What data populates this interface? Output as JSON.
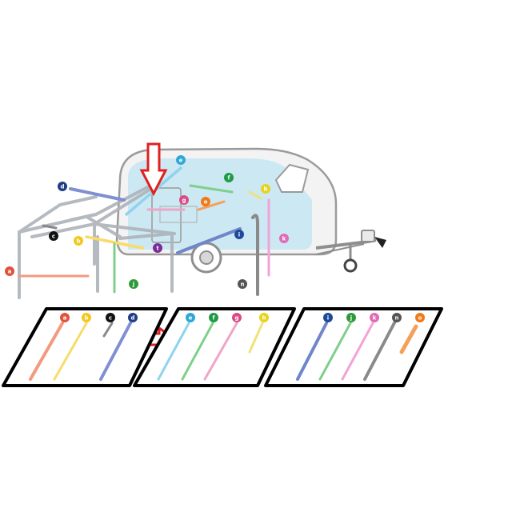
{
  "labels": {
    "a": {
      "text": "a",
      "color": "#e0533c"
    },
    "b": {
      "text": "b",
      "color": "#f2c81f"
    },
    "c": {
      "text": "c",
      "color": "#111111"
    },
    "d": {
      "text": "d",
      "color": "#1f3c88"
    },
    "e": {
      "text": "e",
      "color": "#2ea9d6"
    },
    "f": {
      "text": "f",
      "color": "#1f9b45"
    },
    "g": {
      "text": "g",
      "color": "#d94b86"
    },
    "h": {
      "text": "h",
      "color": "#e7d31c"
    },
    "i": {
      "text": "i",
      "color": "#1d4a9a"
    },
    "j": {
      "text": "j",
      "color": "#2f9a3a"
    },
    "k": {
      "text": "k",
      "color": "#e06bb5"
    },
    "n": {
      "text": "n",
      "color": "#555555"
    },
    "o": {
      "text": "o",
      "color": "#ee7a1a"
    },
    "t": {
      "text": "t",
      "color": "#7a2a9a"
    }
  },
  "pole_colors": {
    "a": "#f29a80",
    "b": "#f7dc6a",
    "c": "#888888",
    "d": "#7f8fd1",
    "e": "#8fd3ee",
    "f": "#7fcf8a",
    "g": "#eea6c8",
    "h": "#f0e27a",
    "i": "#6f86c9",
    "j": "#7fcf8a",
    "k": "#f0a3d8",
    "n": "#8a8a8a",
    "o": "#f4a05a"
  },
  "colors": {
    "frame": "#7f8590",
    "caravan_outline": "#9a9a9a",
    "caravan_glass": "#bfe4f3",
    "arrow": "#e02020",
    "panel_border": "#000000"
  },
  "panels": [
    {
      "name": "panel-1",
      "items": [
        "a",
        "b",
        "c",
        "d"
      ]
    },
    {
      "name": "panel-2",
      "items": [
        "e",
        "f",
        "g",
        "h"
      ]
    },
    {
      "name": "panel-3",
      "items": [
        "i",
        "j",
        "k",
        "n",
        "o"
      ]
    }
  ],
  "icons": [
    "down-arrow-icon",
    "right-arrow-icon"
  ]
}
